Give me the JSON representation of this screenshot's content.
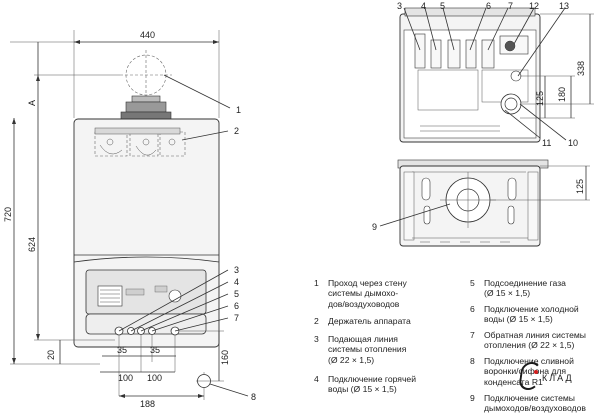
{
  "dimensions": {
    "width_top": "440",
    "height_total": "720",
    "height_624": "624",
    "dim_A": "A",
    "dim_20": "20",
    "dim_35_left": "35",
    "dim_35_right": "35",
    "dim_100_left": "100",
    "dim_100_right": "100",
    "dim_188": "188",
    "dim_160": "160",
    "dim_338": "338",
    "dim_180": "180",
    "dim_125_top": "125",
    "dim_125_bottom": "125"
  },
  "callouts": {
    "c1": "1",
    "c2": "2",
    "c3": "3",
    "c4": "4",
    "c5": "5",
    "c6": "6",
    "c7": "7",
    "c8": "8",
    "c9": "9",
    "c10": "10",
    "c11": "11",
    "c12": "12",
    "c13": "13",
    "t3": "3",
    "t4": "4",
    "t5": "5",
    "t6": "6",
    "t7": "7"
  },
  "legend": {
    "items": [
      {
        "num": "1",
        "text": "Проход через стену\nсистемы дымохо-\nдов/воздуховодов"
      },
      {
        "num": "2",
        "text": "Держатель аппарата"
      },
      {
        "num": "3",
        "text": "Подающая линия\nсистемы отопления\n(Ø 22 × 1,5)"
      },
      {
        "num": "4",
        "text": "Подключение горячей\nводы (Ø 15 × 1,5)"
      },
      {
        "num": "5",
        "text": "Подсоединение газа\n(Ø 15 × 1,5)"
      },
      {
        "num": "6",
        "text": "Подключение холодной\nводы (Ø 15 × 1,5)"
      },
      {
        "num": "7",
        "text": "Обратная линия системы\nотопления (Ø 22 × 1,5)"
      },
      {
        "num": "8",
        "text": "Подключение сливной\nворонки/сифона для\nконденсата R1"
      },
      {
        "num": "9",
        "text": "Подключение системы\nдымоходов/воздуховодов"
      }
    ]
  },
  "watermark": {
    "text": "КЛАД"
  },
  "colors": {
    "accent": "#d21c1c",
    "line": "#333333"
  }
}
